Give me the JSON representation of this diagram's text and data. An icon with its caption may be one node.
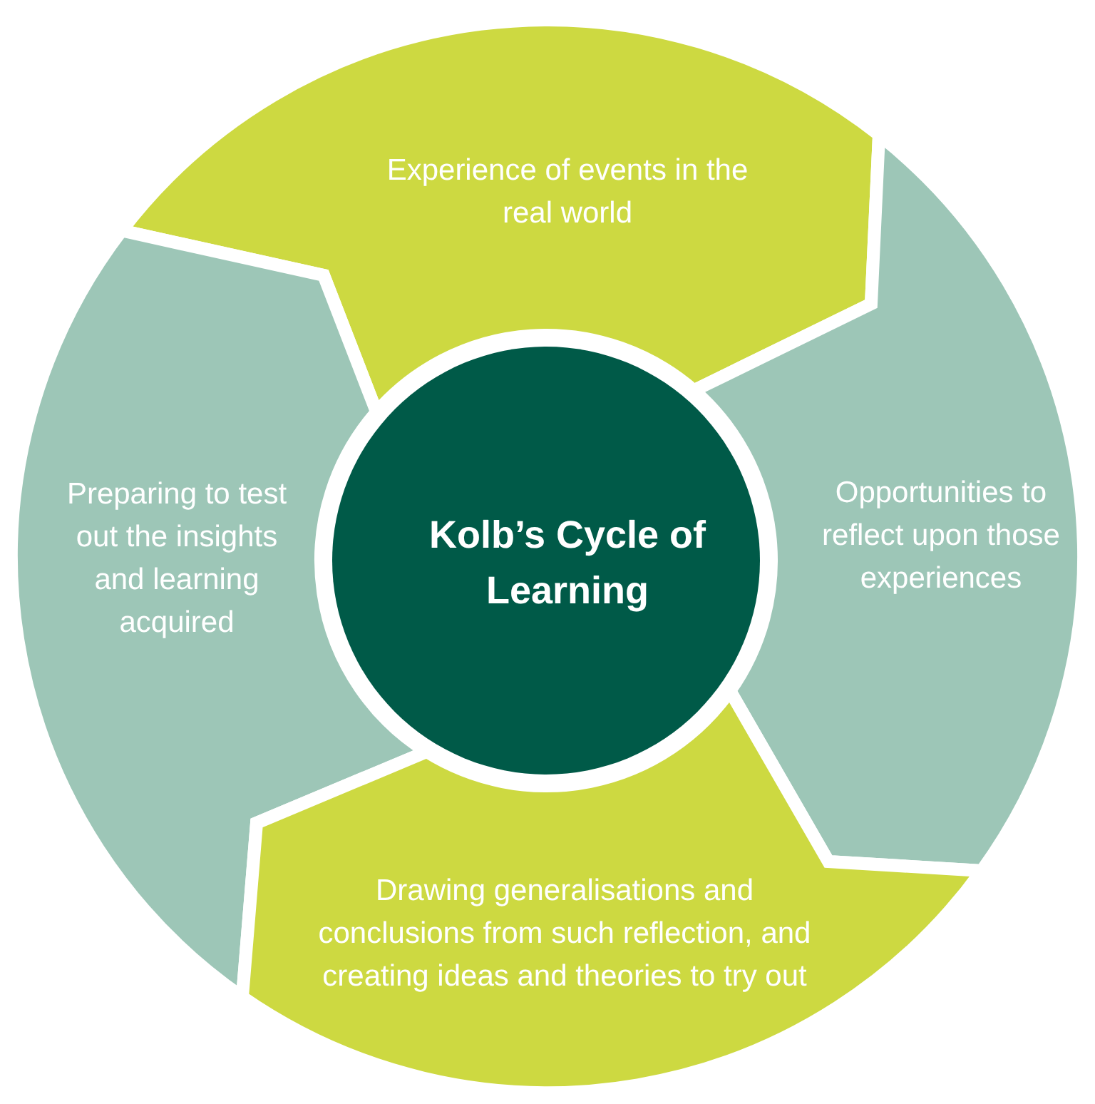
{
  "diagram": {
    "nodes": [
      {
        "text": [
          "Experience of events in the real world"
        ]
      },
      {
        "text": [
          "Preparing to test out the insights and learning acquired"
        ]
      },
      {
        "text": [
          "Kolb’s Cycle of Learning"
        ]
      },
      {
        "text": [
          "Opportunities to reflect upon those experiences"
        ]
      },
      {
        "text": [
          "Drawing generalisations and conclusions from such reflection, and creating ideas and theories to try out"
        ]
      }
    ]
  }
}
